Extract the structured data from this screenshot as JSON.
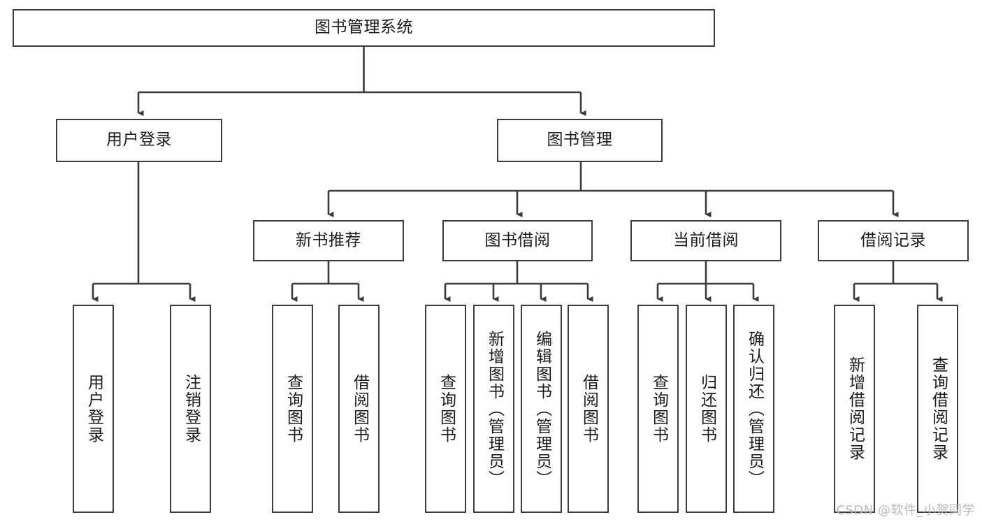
{
  "diagram": {
    "title": "图书管理系统",
    "type": "functional-structure-tree",
    "root": {
      "label": "图书管理系统"
    },
    "level2": [
      {
        "label": "用户登录"
      },
      {
        "label": "图书管理"
      }
    ],
    "level3": [
      {
        "label": "新书推荐"
      },
      {
        "label": "图书借阅"
      },
      {
        "label": "当前借阅"
      },
      {
        "label": "借阅记录"
      }
    ],
    "leaves": {
      "user_login": [
        {
          "label": "用户登录"
        },
        {
          "label": "注销登录"
        }
      ],
      "new_book_recommend": [
        {
          "label": "查询图书"
        },
        {
          "label": "借阅图书"
        }
      ],
      "book_borrow": [
        {
          "label": "查询图书"
        },
        {
          "label": "新增图书（管理员）"
        },
        {
          "label": "编辑图书（管理员）"
        },
        {
          "label": "借阅图书"
        }
      ],
      "current_borrow": [
        {
          "label": "查询图书"
        },
        {
          "label": "归还图书"
        },
        {
          "label": "确认归还（管理员）"
        }
      ],
      "borrow_record": [
        {
          "label": "新增借阅记录"
        },
        {
          "label": "查询借阅记录"
        }
      ]
    }
  },
  "watermark": {
    "text": "CSDN @软件_小贺同学"
  },
  "colors": {
    "border": "#3b3b3b",
    "text": "#1a1a1a",
    "background": "#ffffff",
    "watermark": "#b9b9b9"
  }
}
